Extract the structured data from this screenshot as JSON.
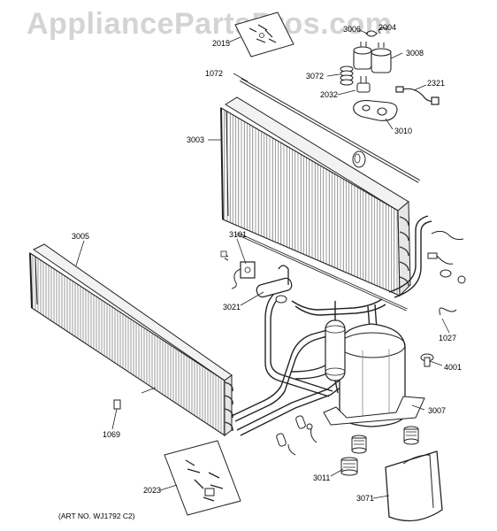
{
  "watermark": "AppliancePartsPros.com",
  "art_number": "(ART NO. WJ1792 C2)",
  "labels": {
    "p2015": "2015",
    "p3006": "3006",
    "p2004": "2004",
    "p3008": "3008",
    "p1072": "1072",
    "p3072": "3072",
    "p2032": "2032",
    "p2321": "2321",
    "p3010": "3010",
    "p3003": "3003",
    "p3005": "3005",
    "p3101": "3101",
    "p3021": "3021",
    "p1027": "1027",
    "p4001": "4001",
    "p3007": "3007",
    "p1069": "1069",
    "p3011": "3011",
    "p2023": "2023",
    "p3071": "3071"
  }
}
